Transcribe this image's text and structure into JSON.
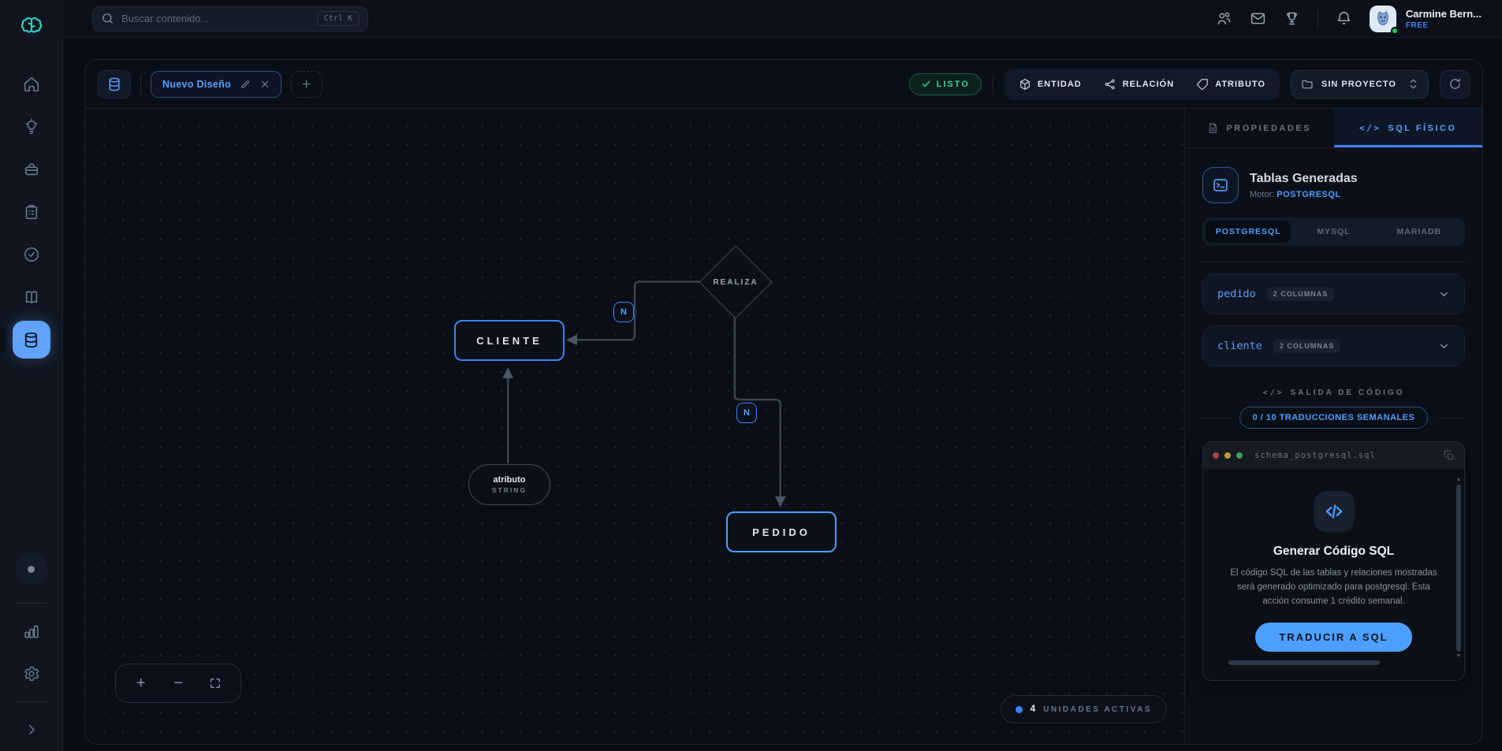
{
  "topbar": {
    "search_placeholder": "Buscar contenido...",
    "search_shortcut": "Ctrl K",
    "user_name": "Carmine Bern...",
    "user_plan": "FREE"
  },
  "canvas_toolbar": {
    "tab_title": "Nuevo Diseño",
    "status_label": "LISTO",
    "tools": [
      {
        "label": "ENTIDAD"
      },
      {
        "label": "RELACIÓN"
      },
      {
        "label": "ATRIBUTO"
      }
    ],
    "project_selector": "SIN PROYECTO"
  },
  "diagram": {
    "relation": {
      "label": "REALIZA"
    },
    "entities": [
      {
        "label": "CLIENTE"
      },
      {
        "label": "PEDIDO"
      }
    ],
    "attribute": {
      "name": "atributo",
      "type": "STRING"
    },
    "cardinalities": [
      {
        "label": "N"
      },
      {
        "label": "N"
      }
    ],
    "zoom_controls": {
      "zoom_in": "+",
      "zoom_out": "−"
    },
    "status_pill": {
      "count": "4",
      "label": "UNIDADES ACTIVAS"
    }
  },
  "right_panel": {
    "tabs": [
      {
        "label": "PROPIEDADES"
      },
      {
        "label": "SQL FÍSICO"
      }
    ],
    "header": {
      "title": "Tablas Generadas",
      "motor_label": "Motor:",
      "motor_value": "POSTGRESQL"
    },
    "engines": [
      {
        "label": "POSTGRESQL"
      },
      {
        "label": "MYSQL"
      },
      {
        "label": "MARIADB"
      }
    ],
    "tables": [
      {
        "name": "pedido",
        "badge": "2 COLUMNAS"
      },
      {
        "name": "cliente",
        "badge": "2 COLUMNAS"
      }
    ],
    "output_section": {
      "title": "SALIDA DE CÓDIGO",
      "credits": "0 / 10 TRADUCCIONES SEMANALES"
    },
    "code_card": {
      "filename": "schema_postgresql.sql",
      "title": "Generar Código SQL",
      "description": "El código SQL de las tablas y relaciones mostradas será generado optimizado para postgresql. Esta acción consume 1 crédito semanal.",
      "button_label": "TRADUCIR A SQL"
    }
  },
  "colors": {
    "accent_blue": "#4d9fff",
    "brand_teal": "#2dd4bf",
    "status_green": "#34d399",
    "entity_border": "#3b82f6"
  }
}
